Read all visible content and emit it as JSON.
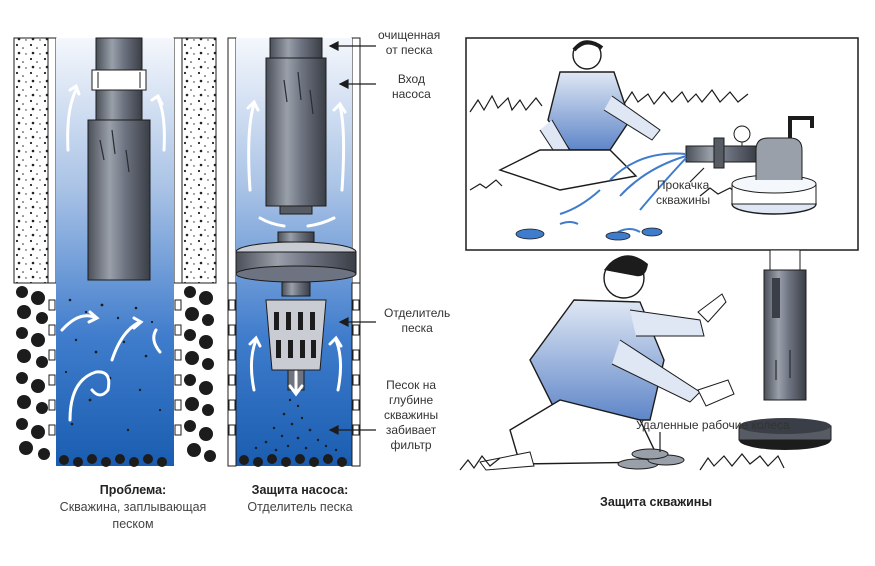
{
  "panel1": {
    "caption_title": "Проблема:",
    "caption_line1": "Скважина, заплывающая",
    "caption_line2": "песком"
  },
  "panel2": {
    "caption_title": "Защита насоса:",
    "caption_line1": "Отделитель песка",
    "label_clean_1": "очищенная",
    "label_clean_2": "от песка",
    "label_inlet_1": "Вход",
    "label_inlet_2": "насоса",
    "label_separator_1": "Отделитель",
    "label_separator_2": "песка",
    "label_sand_1": "Песок на",
    "label_sand_2": "глубине",
    "label_sand_3": "скважины",
    "label_sand_4": "забивает",
    "label_sand_5": "фильтр"
  },
  "panel3": {
    "label_pumping_1": "Прокачка",
    "label_pumping_2": "скважины",
    "label_impellers": "Удаленные рабочие колеса",
    "caption_title": "Защита скважины"
  },
  "colors": {
    "water_light": "#dde6f4",
    "water_dark": "#1a5db0",
    "arrow": "#ffffff",
    "line": "#1c1c1c"
  }
}
